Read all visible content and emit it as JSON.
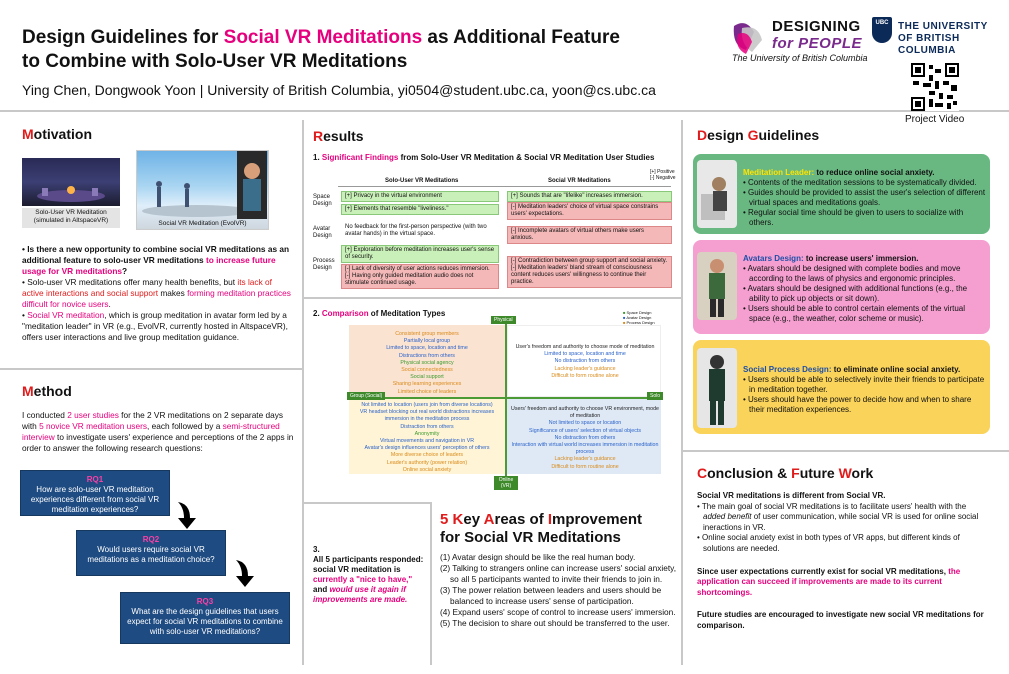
{
  "header": {
    "title_a": "Design Guidelines for ",
    "title_b": "Social VR Meditations",
    "title_c": " as Additional Feature",
    "title_d": "to Combine with Solo-User VR Meditations",
    "authors": "Ying Chen, Dongwook Yoon | University of British Columbia, yi0504@student.ubc.ca, yoon@cs.ubc.ca"
  },
  "logos": {
    "dfp_line1": "DESIGNING",
    "dfp_line2": "for PEOPLE",
    "dfp_sub": "The University of British Columbia",
    "ubc_crest": "UBC",
    "ubc_line1": "THE UNIVERSITY",
    "ubc_line2": "OF BRITISH COLUMBIA",
    "qr_label": "Project Video"
  },
  "motivation": {
    "title_cap": "M",
    "title_rest": "otivation",
    "photo1_caption": "Solo-User VR Meditation (simulated in AltspaceVR)",
    "photo2_caption": "Social VR Meditation (EvolVR)",
    "p1_a": "• Is there a new opportunity to combine social VR meditations as an additional feature to solo-user VR meditations ",
    "p1_b": "to increase future usage for VR meditations",
    "p1_c": "?",
    "p2_a": "• Solo-user VR meditations offer many health benefits, but ",
    "p2_b": "its lack of active interactions and social support",
    "p2_c": " makes ",
    "p2_d": "forming meditation practices difficult for novice users",
    "p2_e": ".",
    "p3_a": "• ",
    "p3_b": "Social VR meditation",
    "p3_c": ", which is group meditation in avatar form led by a \"meditation leader\" in VR (e.g., EvolVR, currently hosted in AltspaceVR), offers user interactions and live group meditation guidance."
  },
  "method": {
    "title_cap": "M",
    "title_rest": "ethod",
    "p_a": "I conducted ",
    "p_b": "2 user studies",
    "p_c": " for the 2 VR meditations on 2 separate days with ",
    "p_d": "5 novice VR meditation users",
    "p_e": ", each followed by a ",
    "p_f": "semi-structured interview",
    "p_g": " to investigate users' experience and perceptions of the 2 apps in order to answer the following research questions:",
    "rq1_n": "RQ1",
    "rq1": "How are solo-user VR meditation experiences different from social VR meditation experiences?",
    "rq2_n": "RQ2",
    "rq2": "Would users require social VR meditations as a meditation choice?",
    "rq3_n": "RQ3",
    "rq3": "What are the design guidelines that users expect for social VR meditations to combine with solo-user VR meditations?"
  },
  "results": {
    "title_cap": "R",
    "title_rest": "esults",
    "f1_a": "1. ",
    "f1_b": "Significant Findings",
    "f1_c": " from Solo-User VR Meditation & Social VR Meditation User Studies",
    "legend_pos": "[+] Positive",
    "legend_neg": "[-] Negative",
    "col_solo": "Solo-User VR Meditations",
    "col_social": "Social VR Meditations",
    "row_space": "Space Design",
    "row_avatar": "Avatar Design",
    "row_process": "Process Design",
    "solo_s1": "[+] Privacy in the virtual environment",
    "solo_s2": "[+] Elements that resemble \"liveliness.\"",
    "solo_a1": "No feedback for the first-person perspective (with two avatar hands) in the virtual space.",
    "solo_p1": "[+] Exploration before meditation increases user's sense of security.",
    "solo_p2": "[-] Lack of diversity of user actions reduces immersion.",
    "solo_p3": "[-] Having only guided meditation audio does not stimulate continued usage.",
    "soc_s1": "[+] Sounds that are \"lifelike\" increases immersion.",
    "soc_s2": "[-] Meditation leaders' choice of virtual space constrains users' expectations.",
    "soc_a1": "[-] Incomplete avatars of virtual others make users anxious.",
    "soc_p1": "[-] Contradiction between group support and social anxiety.",
    "soc_p2": "[-] Meditation leaders' bland stream of consciousness content reduces users' willingness to continue their practice.",
    "f2_a": "2. ",
    "f2_b": "Comparison",
    "f2_c": " of Meditation Types",
    "axis_top": "Physical",
    "axis_left": "Group (Social)",
    "axis_right": "Solo",
    "axis_bottom": "Online (VR)",
    "legend1": "Space Design",
    "legend2": "Avatar Design",
    "legend3": "Process Design",
    "q1": [
      "Consistent group members",
      "Partially local group",
      "Limited to space, location and time",
      "Distractions from others",
      "Physical social agency",
      "Social connectedness",
      "Social support",
      "Sharing learning experiences",
      "Limited choice of leaders"
    ],
    "q2": [
      "User's freedom and authority to choose mode of meditation",
      "Limited to space, location and time",
      "No distraction from others",
      "Lacking leader's guidance",
      "Difficult to form routine alone"
    ],
    "q3": [
      "Not limited to location (users join from diverse locations)",
      "VR headset blocking out real world distractions increases immersion in the meditation process",
      "Distraction from others",
      "Anonymity",
      "Virtual movements and navigation in VR",
      "Avatar's design influences users' perception of others",
      "More diverse choice of leaders",
      "Leader's authority (power relation)",
      "Online social anxiety"
    ],
    "q4": [
      "Users' freedom and authority to choose VR environment, mode of meditation",
      "Not limited to space or location",
      "Significance of users' selection of virtual objects",
      "No distraction from others",
      "Interaction with virtual world increases immersion in meditation process",
      "Lacking leader's guidance",
      "Difficult to form routine alone"
    ],
    "f3_n": "3.",
    "f3_a": "All 5 participants responded: social VR meditation is ",
    "f3_b": "currently a \"nice to have,\"",
    "f3_c": " and ",
    "f3_d": "would use it again if improvements are made."
  },
  "key_areas": {
    "t1": "5",
    "t2": " ",
    "t3": "K",
    "t4": "ey ",
    "t5": "A",
    "t6": "reas of ",
    "t7": "I",
    "t8": "mprovement",
    "t9": "for Social VR Meditations",
    "items": [
      "(1) Avatar design should be like the real human body.",
      "(2) Talking to strangers online can increase users' social anxiety, so all 5 participants wanted to invite their friends to join in.",
      "(3) The power relation between leaders and users should be balanced to increase users' sense of participation.",
      "(4) Expand users' scope of control to increase users' immersion.",
      "(5) The decision to share out should be transferred to the user."
    ]
  },
  "guidelines": {
    "title_cap1": "D",
    "title_rest1": "esign ",
    "title_cap2": "G",
    "title_rest2": "uidelines",
    "g1_head": "Meditation Leader:",
    "g1_rest": " to reduce online social anxiety.",
    "g1_items": [
      "• Contents of the meditation sessions to be systematically divided.",
      "• Guides should be provided to assist the user's selection of different virtual spaces and meditations goals.",
      "• Regular social time should be given to users to socialize with others."
    ],
    "g2_head": "Avatars Design:",
    "g2_rest": " to increase users' immersion.",
    "g2_items": [
      "• Avatars should be designed with complete bodies and move according to the laws of physics and ergonomic principles.",
      "• Avatars should be designed with additional functions (e.g., the ability to pick up objects or sit down).",
      "• Users should be able to control certain elements of the virtual space (e.g., the weather, color scheme or music)."
    ],
    "g3_head": "Social Process Design:",
    "g3_rest": " to eliminate online social anxiety.",
    "g3_items": [
      "• Users should be able to selectively invite their friends to participate in meditation together.",
      "• Users should have the power to decide how and when to share their meditation experiences."
    ]
  },
  "conclusion": {
    "title_cap1": "C",
    "title_rest1": "onclusion & ",
    "title_cap2": "F",
    "title_rest2": "uture ",
    "title_cap3": "W",
    "title_rest3": "ork",
    "p1": "Social VR meditations is different from Social VR.",
    "b1_a": "• The main goal of social VR meditations is to facilitate users' health with the ",
    "b1_b": "added benefit",
    "b1_c": " of user communication, while social VR is used for online social ineractions in VR.",
    "b2": "• Online social anxiety exist in both types of VR apps, but different kinds of solutions are needed.",
    "p2_a": "Since user expectations currently exist for social VR meditations, ",
    "p2_b": "the application can succeed if improvements are made to its current shortcomings.",
    "p3": "Future studies are encouraged to investigate new social VR meditations for comparison."
  },
  "colors": {
    "accent_pink": "#e6007e",
    "accent_red": "#e01b1b",
    "rq_blue": "#1e4b82",
    "green_box": "#69b882",
    "pink_box": "#f59fd1",
    "yellow_box": "#f9d35a"
  }
}
